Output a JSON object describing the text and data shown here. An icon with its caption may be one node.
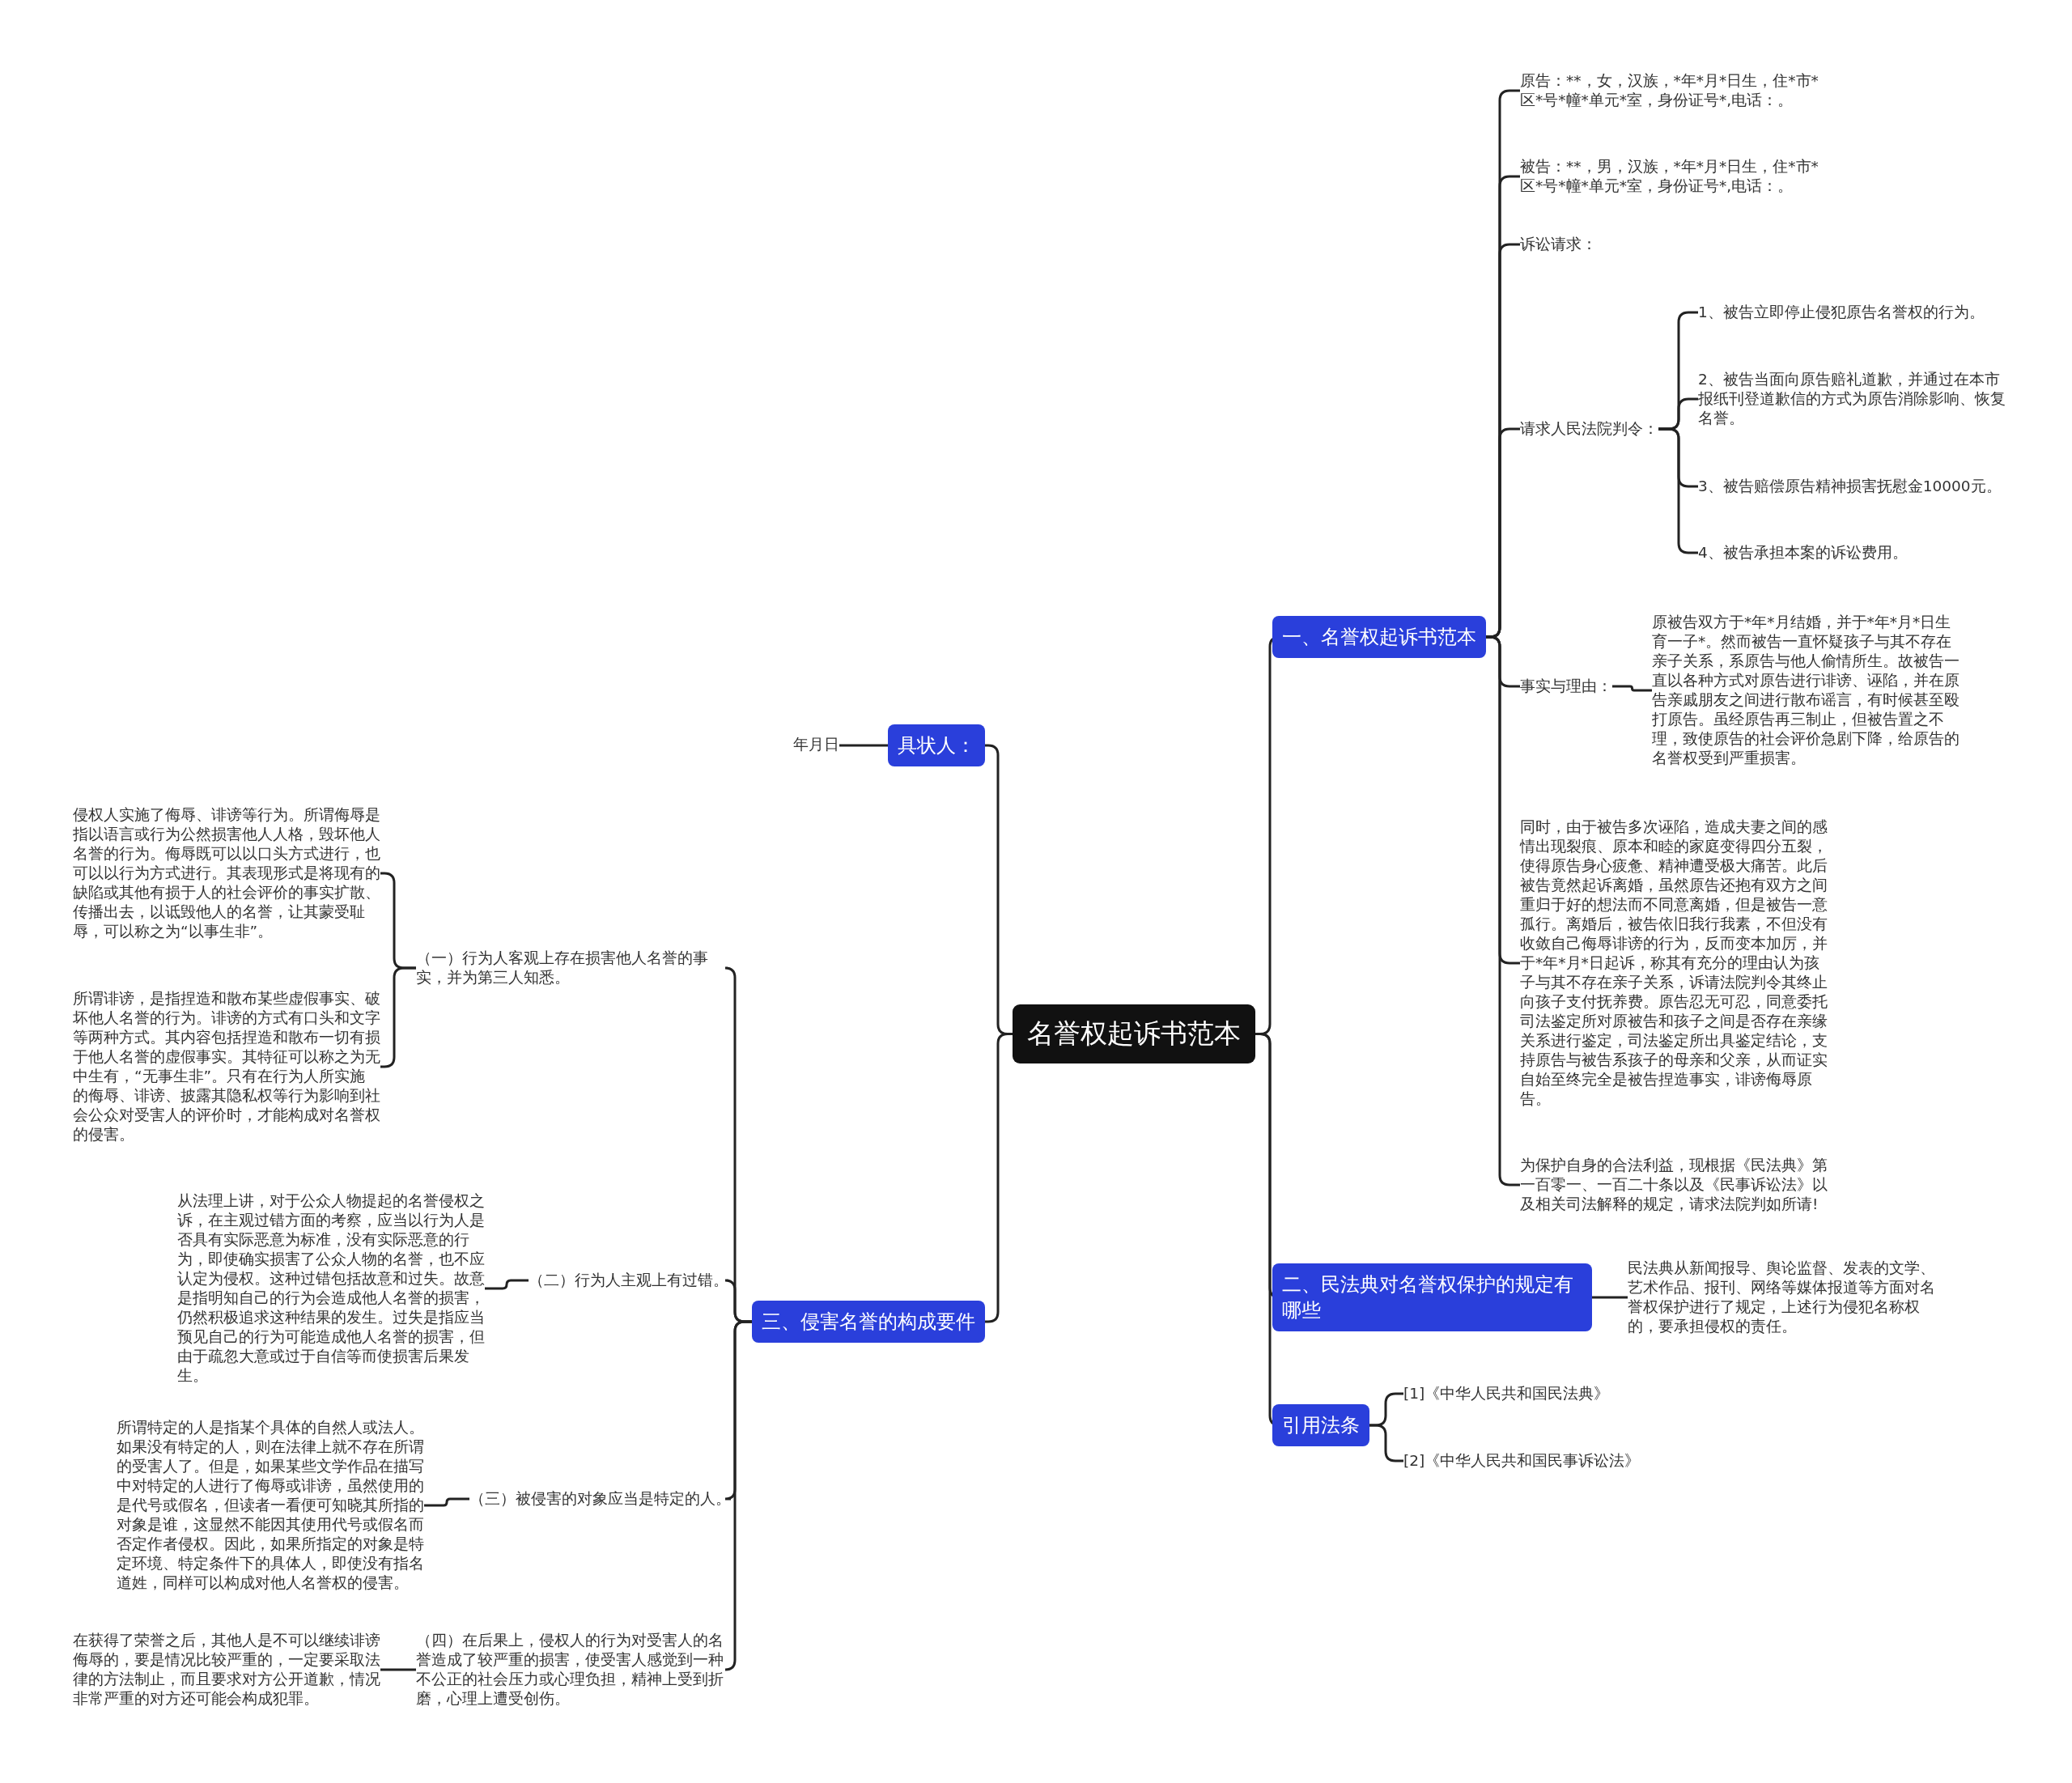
{
  "diagram": {
    "nodes": [
      {
        "text": [
          "名誉权起诉书范本"
        ]
      },
      {
        "text": [
          "一、名誉权起诉书范本"
        ]
      },
      {
        "text": [
          "原告：**，女，汉族，*年*月*日生，住*市*区*号*幢*单元*室，身份证号*,电话：。"
        ]
      },
      {
        "text": [
          "被告：**，男，汉族，*年*月*日生，住*市*区*号*幢*单元*室，身份证号*,电话：。"
        ]
      },
      {
        "text": [
          "诉讼请求："
        ]
      },
      {
        "text": [
          "请求人民法院判令："
        ]
      },
      {
        "text": [
          "1、被告立即停止侵犯原告名誉权的行为。"
        ]
      },
      {
        "text": [
          "2、被告当面向原告赔礼道歉，并通过在本市报纸刊登道歉信的方式为原告消除影响、恢复名誉。"
        ]
      },
      {
        "text": [
          "3、被告赔偿原告精神损害抚慰金10000元。"
        ]
      },
      {
        "text": [
          "4、被告承担本案的诉讼费用。"
        ]
      },
      {
        "text": [
          "事实与理由："
        ]
      },
      {
        "text": [
          "原被告双方于*年*月结婚，并于*年*月*日生育一子*。然而被告一直怀疑孩子与其不存在亲子关系，系原告与他人偷情所生。故被告一直以各种方式对原告进行诽谤、诬陷，并在原告亲戚朋友之间进行散布谣言，有时候甚至殴打原告。虽经原告再三制止，但被告置之不理，致使原告的社会评价急剧下降，给原告的名誉权受到严重损害。"
        ]
      },
      {
        "text": [
          "同时，由于被告多次诬陷，造成夫妻之间的感情出现裂痕、原本和睦的家庭变得四分五裂，使得原告身心疲惫、精神遭受极大痛苦。此后被告竟然起诉离婚，虽然原告还抱有双方之间重归于好的想法而不同意离婚，但是被告一意孤行。离婚后，被告依旧我行我素，不但没有收敛自己侮辱诽谤的行为，反而变本加厉，并于*年*月*日起诉，称其有充分的理由认为孩子与其不存在亲子关系，诉请法院判令其终止向孩子支付抚养费。原告忍无可忍，同意委托司法鉴定所对原被告和孩子之间是否存在亲缘关系进行鉴定，司法鉴定所出具鉴定结论，支持原告与被告系孩子的母亲和父亲，从而证实自始至终完全是被告捏造事实，诽谤侮辱原告。"
        ]
      },
      {
        "text": [
          "为保护自身的合法利益，现根据《民法典》第一百零一、一百二十条以及《民事诉讼法》以及相关司法解释的规定，请求法院判如所请!"
        ]
      },
      {
        "text": [
          "二、民法典对名誉权保护的规定有哪些"
        ]
      },
      {
        "text": [
          "民法典从新闻报导、舆论监督、发表的文学、艺术作品、报刊、网络等媒体报道等方面对名誉权保护进行了规定，上述行为侵犯名称权的，要承担侵权的责任。"
        ]
      },
      {
        "text": [
          "引用法条"
        ]
      },
      {
        "text": [
          "[1]《中华人民共和国民法典》"
        ]
      },
      {
        "text": [
          "[2]《中华人民共和国民事诉讼法》"
        ]
      },
      {
        "text": [
          "具状人："
        ]
      },
      {
        "text": [
          "年月日"
        ]
      },
      {
        "text": [
          "三、侵害名誉的构成要件"
        ]
      },
      {
        "text": [
          "（一）行为人客观上存在损害他人名誉的事实，并为第三人知悉。"
        ]
      },
      {
        "text": [
          "侵权人实施了侮辱、诽谤等行为。所谓侮辱是指以语言或行为公然损害他人人格，毁坏他人名誉的行为。侮辱既可以以口头方式进行，也可以以行为方式进行。其表现形式是将现有的缺陷或其他有损于人的社会评价的事实扩散、传播出去，以诋毁他人的名誉，让其蒙受耻辱，可以称之为“以事生非”。"
        ]
      },
      {
        "text": [
          "所谓诽谤，是指捏造和散布某些虚假事实、破坏他人名誉的行为。诽谤的方式有口头和文字等两种方式。其内容包括捏造和散布一切有损于他人名誉的虚假事实。其特征可以称之为无中生有，“无事生非”。只有在行为人所实施的侮辱、诽谤、披露其隐私权等行为影响到社会公众对受害人的评价时，才能构成对名誉权的侵害。"
        ]
      },
      {
        "text": [
          "（二）行为人主观上有过错。"
        ]
      },
      {
        "text": [
          "从法理上讲，对于公众人物提起的名誉侵权之诉，在主观过错方面的考察，应当以行为人是否具有实际恶意为标准，没有实际恶意的行为，即使确实损害了公众人物的名誉，也不应认定为侵权。这种过错包括故意和过失。故意是指明知自己的行为会造成他人名誉的损害，仍然积极追求这种结果的发生。过失是指应当预见自己的行为可能造成他人名誉的损害，但由于疏忽大意或过于自信等而使损害后果发生。"
        ]
      },
      {
        "text": [
          "（三）被侵害的对象应当是特定的人。"
        ]
      },
      {
        "text": [
          "所谓特定的人是指某个具体的自然人或法人。如果没有特定的人，则在法律上就不存在所谓的受害人了。但是，如果某些文学作品在描写中对特定的人进行了侮辱或诽谤，虽然使用的是代号或假名，但读者一看便可知晓其所指的对象是谁，这显然不能因其使用代号或假名而否定作者侵权。因此，如果所指定的对象是特定环境、特定条件下的具体人，即使没有指名道姓，同样可以构成对他人名誉权的侵害。"
        ]
      },
      {
        "text": [
          "（四）在后果上，侵权人的行为对受害人的名誉造成了较严重的损害，使受害人感觉到一种不公正的社会压力或心理负担，精神上受到折磨，心理上遭受创伤。"
        ]
      },
      {
        "text": [
          "在获得了荣誉之后，其他人是不可以继续诽谤侮辱的，要是情况比较严重的，一定要采取法律的方法制止，而且要求对方公开道歉，情况非常严重的对方还可能会构成犯罪。"
        ]
      }
    ],
    "edges": [
      {
        "from": 0,
        "to": 1,
        "arrow": "none"
      },
      {
        "from": 1,
        "to": 2,
        "arrow": "none"
      },
      {
        "from": 1,
        "to": 3,
        "arrow": "none"
      },
      {
        "from": 1,
        "to": 4,
        "arrow": "none"
      },
      {
        "from": 1,
        "to": 5,
        "arrow": "none"
      },
      {
        "from": 5,
        "to": 6,
        "arrow": "none"
      },
      {
        "from": 5,
        "to": 7,
        "arrow": "none"
      },
      {
        "from": 5,
        "to": 8,
        "arrow": "none"
      },
      {
        "from": 5,
        "to": 9,
        "arrow": "none"
      },
      {
        "from": 1,
        "to": 10,
        "arrow": "none"
      },
      {
        "from": 10,
        "to": 11,
        "arrow": "none"
      },
      {
        "from": 1,
        "to": 12,
        "arrow": "none"
      },
      {
        "from": 1,
        "to": 13,
        "arrow": "none"
      },
      {
        "from": 0,
        "to": 14,
        "arrow": "none"
      },
      {
        "from": 14,
        "to": 15,
        "arrow": "none"
      },
      {
        "from": 0,
        "to": 16,
        "arrow": "none"
      },
      {
        "from": 16,
        "to": 17,
        "arrow": "none"
      },
      {
        "from": 16,
        "to": 18,
        "arrow": "none"
      },
      {
        "from": 0,
        "to": 19,
        "arrow": "none"
      },
      {
        "from": 19,
        "to": 20,
        "arrow": "none"
      },
      {
        "from": 0,
        "to": 21,
        "arrow": "none"
      },
      {
        "from": 21,
        "to": 22,
        "arrow": "none"
      },
      {
        "from": 22,
        "to": 23,
        "arrow": "none"
      },
      {
        "from": 22,
        "to": 24,
        "arrow": "none"
      },
      {
        "from": 21,
        "to": 25,
        "arrow": "none"
      },
      {
        "from": 25,
        "to": 26,
        "arrow": "none"
      },
      {
        "from": 21,
        "to": 27,
        "arrow": "none"
      },
      {
        "from": 27,
        "to": 28,
        "arrow": "none"
      },
      {
        "from": 21,
        "to": 29,
        "arrow": "none"
      },
      {
        "from": 29,
        "to": 30,
        "arrow": "none"
      }
    ]
  }
}
